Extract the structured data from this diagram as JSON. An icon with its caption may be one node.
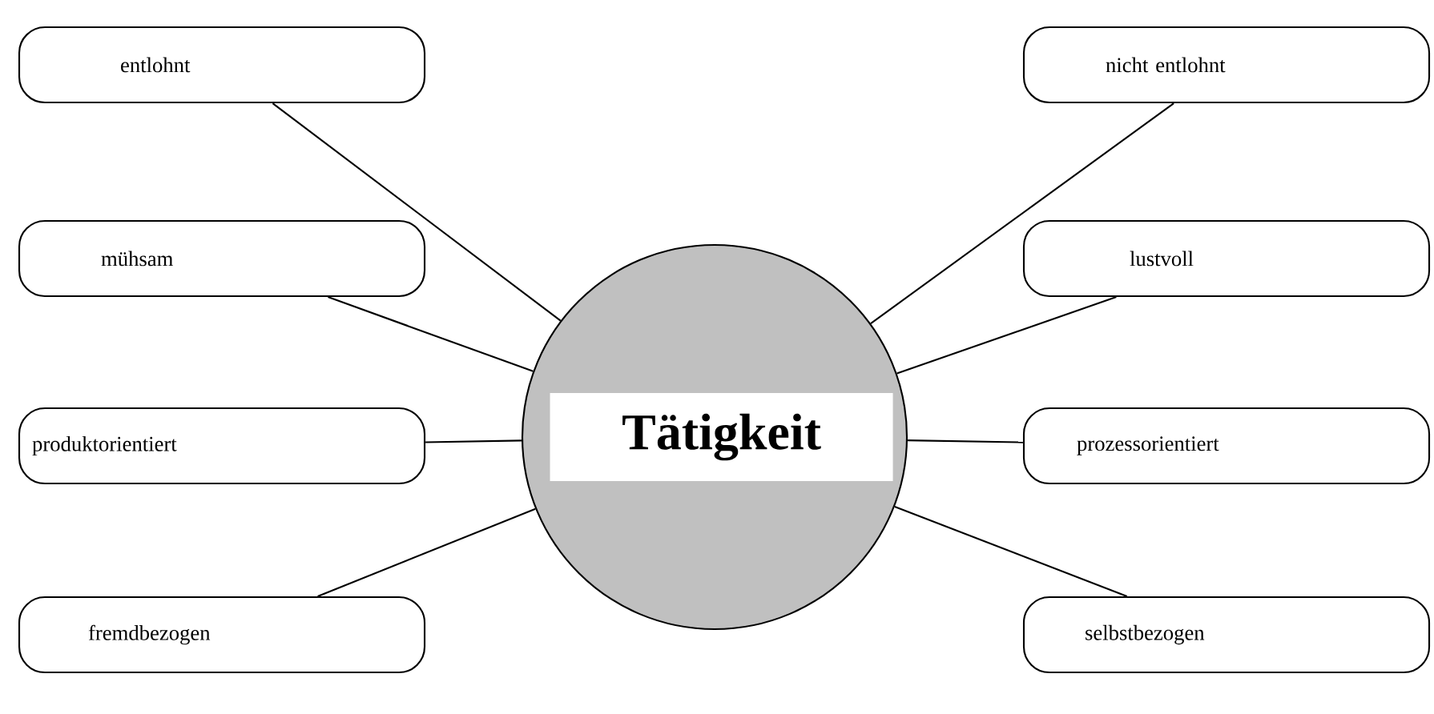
{
  "diagram": {
    "nodes": [
      {
        "text": [
          "Tätigkeit"
        ]
      },
      {
        "text": [
          "entlohnt"
        ]
      },
      {
        "text": [
          "nicht entlohnt"
        ]
      },
      {
        "text": [
          "mühsam"
        ]
      },
      {
        "text": [
          "lustvoll"
        ]
      },
      {
        "text": [
          "produktorientiert"
        ]
      },
      {
        "text": [
          "prozessorientiert"
        ]
      },
      {
        "text": [
          "fremdbezogen"
        ]
      },
      {
        "text": [
          "selbstbezogen"
        ]
      }
    ],
    "edges": [
      {
        "from": 0,
        "to": 1,
        "arrow": "none"
      },
      {
        "from": 0,
        "to": 2,
        "arrow": "none"
      },
      {
        "from": 0,
        "to": 3,
        "arrow": "none"
      },
      {
        "from": 0,
        "to": 4,
        "arrow": "none"
      },
      {
        "from": 0,
        "to": 5,
        "arrow": "none"
      },
      {
        "from": 0,
        "to": 6,
        "arrow": "none"
      },
      {
        "from": 0,
        "to": 7,
        "arrow": "none"
      },
      {
        "from": 0,
        "to": 8,
        "arrow": "none"
      }
    ]
  }
}
